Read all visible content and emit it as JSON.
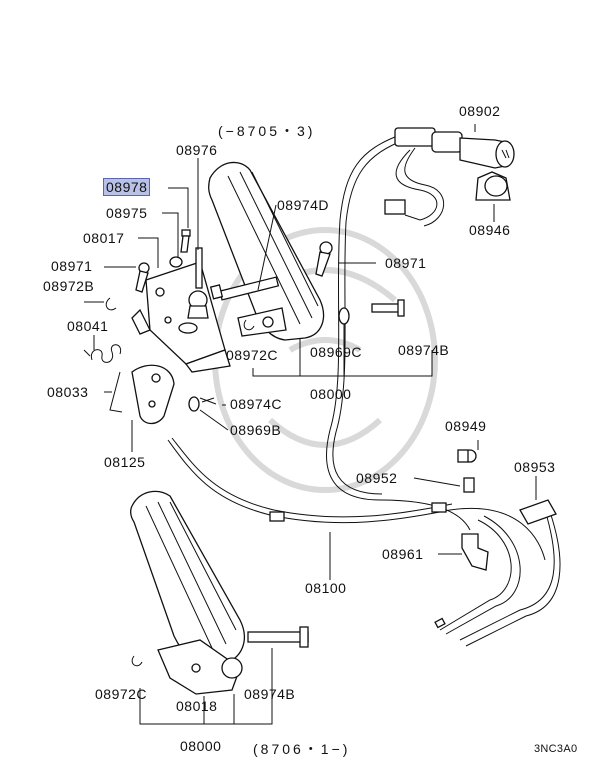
{
  "diagram": {
    "labels": {
      "p08902": "08902",
      "p08976": "08976",
      "p08978": "08978",
      "p08975": "08975",
      "p08974D": "08974D",
      "p08017": "08017",
      "p08971_left": "08971",
      "p08971_right": "08971",
      "p08972B": "08972B",
      "p08946": "08946",
      "p08041": "08041",
      "p08972C_upper": "08972C",
      "p08969C": "08969C",
      "p08974B_upper": "08974B",
      "p08033": "08033",
      "p08000_upper": "08000",
      "p08974C": "08974C",
      "p08969B": "08969B",
      "p08949": "08949",
      "p08125": "08125",
      "p08952": "08952",
      "p08953": "08953",
      "p08961": "08961",
      "p08100": "08100",
      "p08972C_lower": "08972C",
      "p08974B_lower": "08974B",
      "p08018": "08018",
      "p08000_lower": "08000"
    },
    "notes": {
      "upper_range": "(−8705・3)",
      "lower_range": "(8706・1−)",
      "diagram_code": "3NC3A0"
    },
    "highlighted_part": "08978",
    "highlight_color": "#b9c2e6"
  }
}
